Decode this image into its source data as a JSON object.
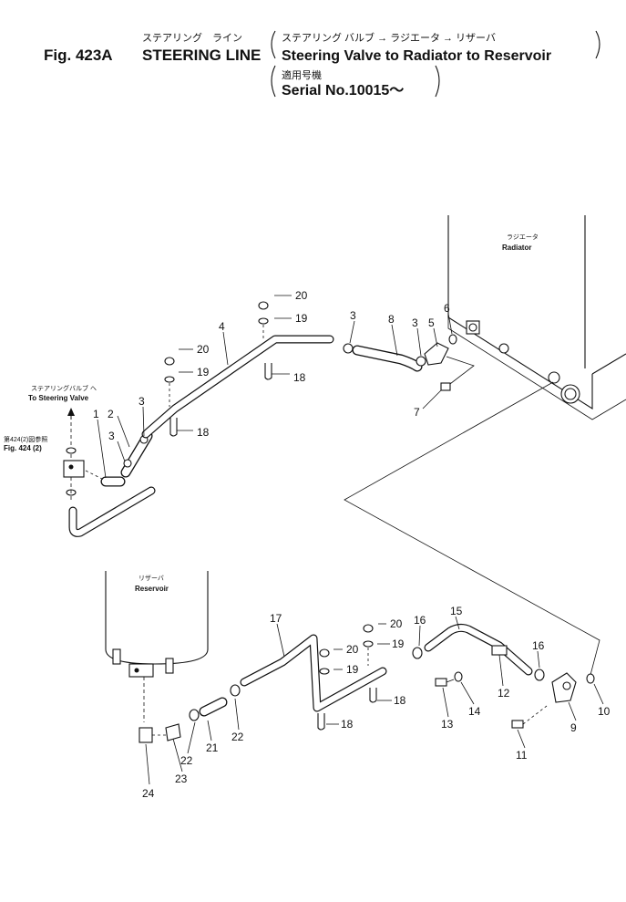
{
  "header": {
    "fig_label": "Fig.  423A",
    "title_jp": "ステアリング　ライン",
    "title_en": "STEERING LINE",
    "desc_jp": "ステアリング バルブ → ラジエータ → リザーバ",
    "desc_en": "Steering Valve to Radiator to Reservoir",
    "serial_jp": "適用号機",
    "serial_en": "Serial No.10015～"
  },
  "labels": {
    "radiator_jp": "ラジエータ",
    "radiator_en": "Radiator",
    "reservoir_jp": "リザーバ",
    "reservoir_en": "Reservoir",
    "to_valve_jp": "ステアリングバルブ へ",
    "to_valve_en": "To Steering Valve",
    "ref_jp": "第424(2)図参照",
    "ref_en": "Fig. 424 (2)"
  },
  "callouts": {
    "c1": "1",
    "c2": "2",
    "c3a": "3",
    "c3b": "3",
    "c3c": "3",
    "c3d": "3",
    "c4": "4",
    "c5": "5",
    "c6": "6",
    "c7": "7",
    "c8": "8",
    "c9": "9",
    "c10": "10",
    "c11": "11",
    "c12": "12",
    "c13": "13",
    "c14": "14",
    "c15": "15",
    "c16a": "16",
    "c16b": "16",
    "c17": "17",
    "c18a": "18",
    "c18b": "18",
    "c18c": "18",
    "c18d": "18",
    "c19a": "19",
    "c19b": "19",
    "c19c": "19",
    "c19d": "19",
    "c20a": "20",
    "c20b": "20",
    "c20c": "20",
    "c20d": "20",
    "c21": "21",
    "c22a": "22",
    "c22b": "22",
    "c23": "23",
    "c24": "24"
  }
}
